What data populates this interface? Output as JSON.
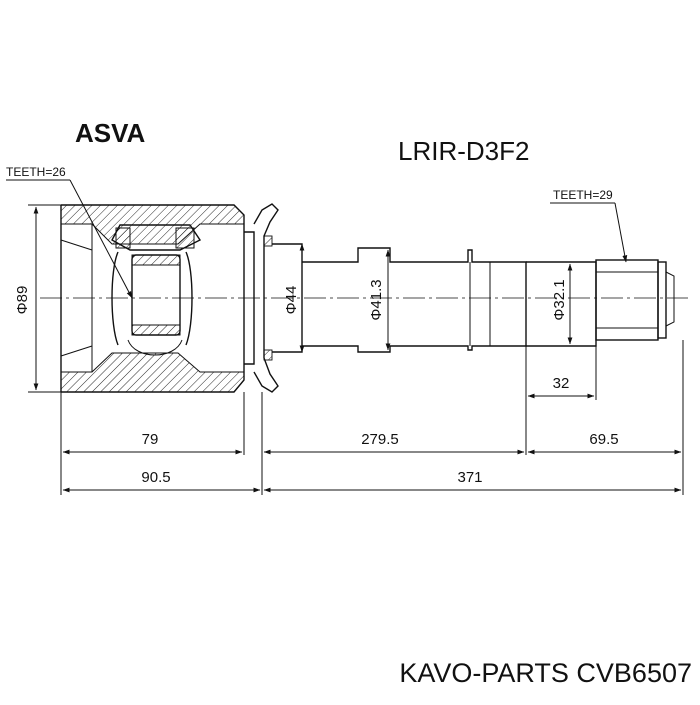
{
  "drawing": {
    "brand": "ASVA",
    "part_code": "LRIR-D3F2",
    "teeth_inner": "TEETH=26",
    "teeth_outer": "TEETH=29",
    "diameters": {
      "d_housing": "Φ89",
      "d_flange": "Φ44",
      "d_mid": "Φ41.3",
      "d_shaft": "Φ32.1"
    },
    "lengths": {
      "l_79": "79",
      "l_2795": "279.5",
      "l_695": "69.5",
      "l_32": "32",
      "l_905": "90.5",
      "l_371": "371"
    }
  },
  "footer": {
    "caption": "KAVO-PARTS CVB6507"
  }
}
